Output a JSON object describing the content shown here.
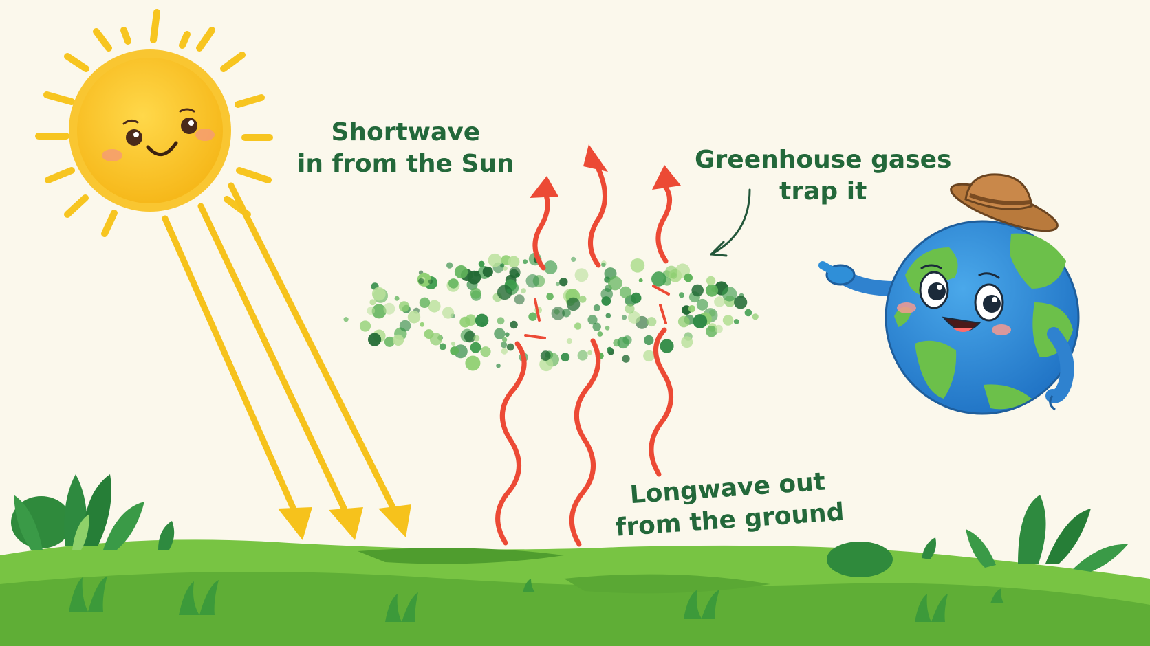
{
  "labels": {
    "shortwave": {
      "line1": "Shortwave",
      "line2": "in from the Sun"
    },
    "greenhouse": {
      "line1": "Greenhouse gases",
      "line2": "trap it"
    },
    "longwave": {
      "line1": "Longwave out",
      "line2": "from the ground"
    }
  },
  "colors": {
    "background": "#fbf8ec",
    "label_text": "#23683a",
    "sunlight": "#f6c21c",
    "infrared": "#ec4a35",
    "gas_dark": "#2f8a45",
    "gas_light": "#8fcf72",
    "grass": "#6fbf3c",
    "earth_ocean": "#2f8fd8",
    "earth_land": "#6cc04a"
  },
  "icons": {
    "sun": "smiling-sun-icon",
    "earth": "earth-character-with-hat-icon",
    "gas": "gas-molecule-cloud-icon",
    "pointer": "curved-arrow-icon"
  }
}
